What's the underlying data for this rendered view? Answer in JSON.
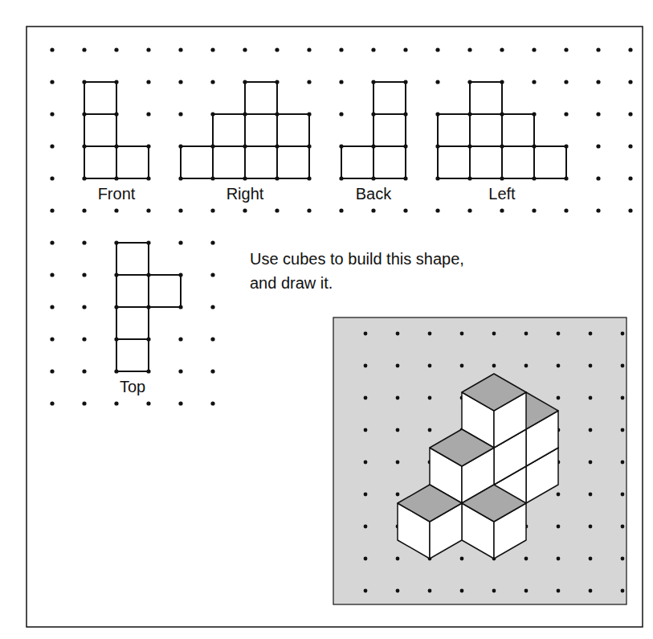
{
  "diagram": {
    "labels": [
      "Front",
      "Right",
      "Back",
      "Left",
      "Top",
      "Use cubes to build this shape, and draw it."
    ]
  }
}
